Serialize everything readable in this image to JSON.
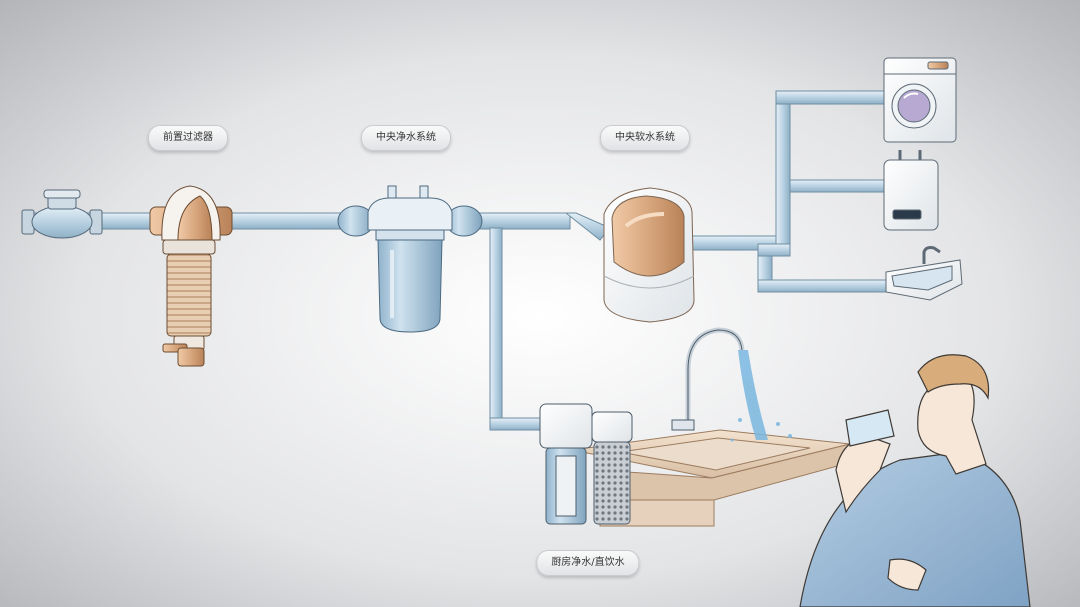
{
  "labels": {
    "prefilter": "前置过滤器",
    "central_purify": "中央净水系统",
    "central_soften": "中央软水系统",
    "kitchen_direct": "厨房净水/直饮水"
  },
  "icons": [
    "water-meter-icon",
    "prefilter-icon",
    "central-purifier-icon",
    "softener-icon",
    "washing-machine-icon",
    "water-heater-icon",
    "sink-icon",
    "kitchen-purifier-icon",
    "faucet-icon",
    "drinking-man-icon"
  ],
  "colors": {
    "pipe": "#b9d2e3",
    "pipe_stroke": "#6f8ea3",
    "accent_copper": "#d8a77e",
    "background_center": "#ffffff",
    "background_edge": "#a9abaf"
  }
}
